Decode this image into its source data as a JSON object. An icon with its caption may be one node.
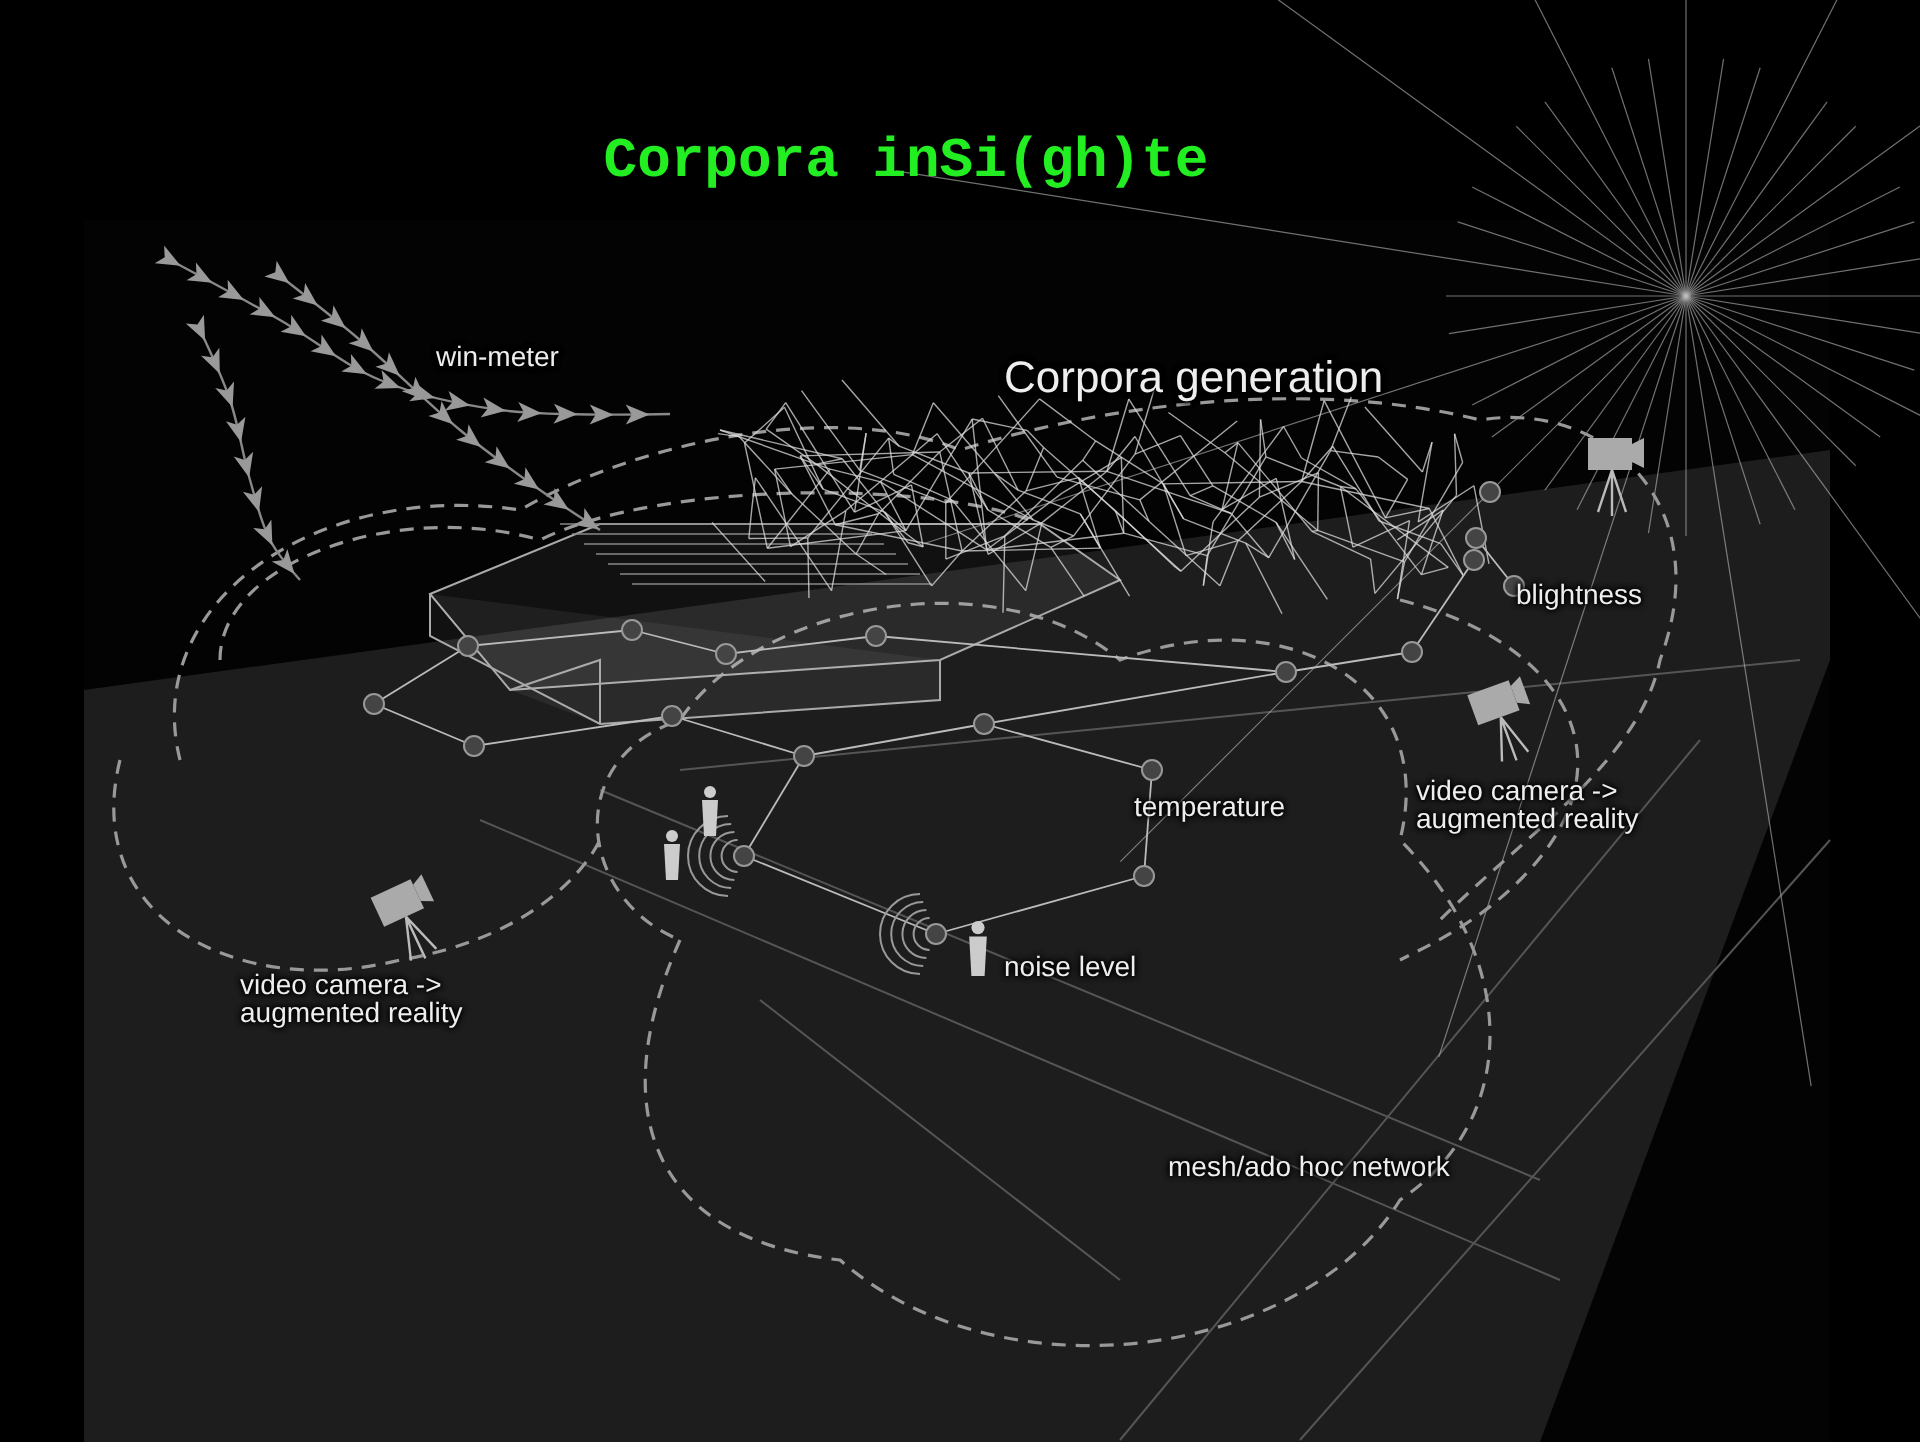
{
  "diagram": {
    "title": "Corpora inSi(gh)te",
    "labels": [
      "win-meter",
      "Corpora generation",
      "blightness",
      "video camera -> augmented reality",
      "temperature",
      "noise level",
      "video camera -> augmented reality",
      "mesh/ado hoc network"
    ]
  }
}
